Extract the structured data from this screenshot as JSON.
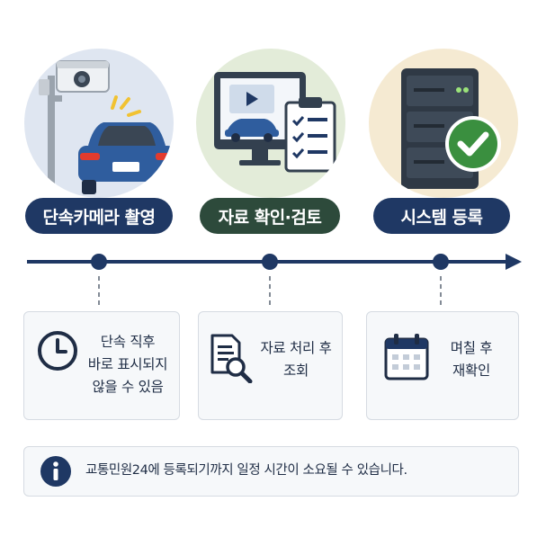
{
  "steps": [
    {
      "label": "단속카메라 촬영",
      "illustration": "speed-camera-car",
      "color": "#1f3864"
    },
    {
      "label": "자료 확인·검토",
      "illustration": "monitor-video-checklist",
      "color": "#2d4a3b"
    },
    {
      "label": "시스템 등록",
      "illustration": "server-check",
      "color": "#1f3864"
    }
  ],
  "cards": [
    {
      "icon": "clock-icon",
      "lines": [
        "단속 직후",
        "바로 표시되지",
        "않을 수 있음"
      ]
    },
    {
      "icon": "document-search-icon",
      "lines": [
        "자료 처리 후",
        "조회"
      ]
    },
    {
      "icon": "calendar-icon",
      "lines": [
        "며칠 후",
        "재확인"
      ]
    }
  ],
  "notice": {
    "icon": "info-icon",
    "text": "교통민원24에 등록되기까지 일정 시간이 소요될 수 있습니다."
  },
  "colors": {
    "navy": "#1f3864",
    "green_dark": "#2d4a3b",
    "check_green": "#3a8f3f",
    "card_bg": "#f6f8fa",
    "card_border": "#d6dbe2"
  }
}
